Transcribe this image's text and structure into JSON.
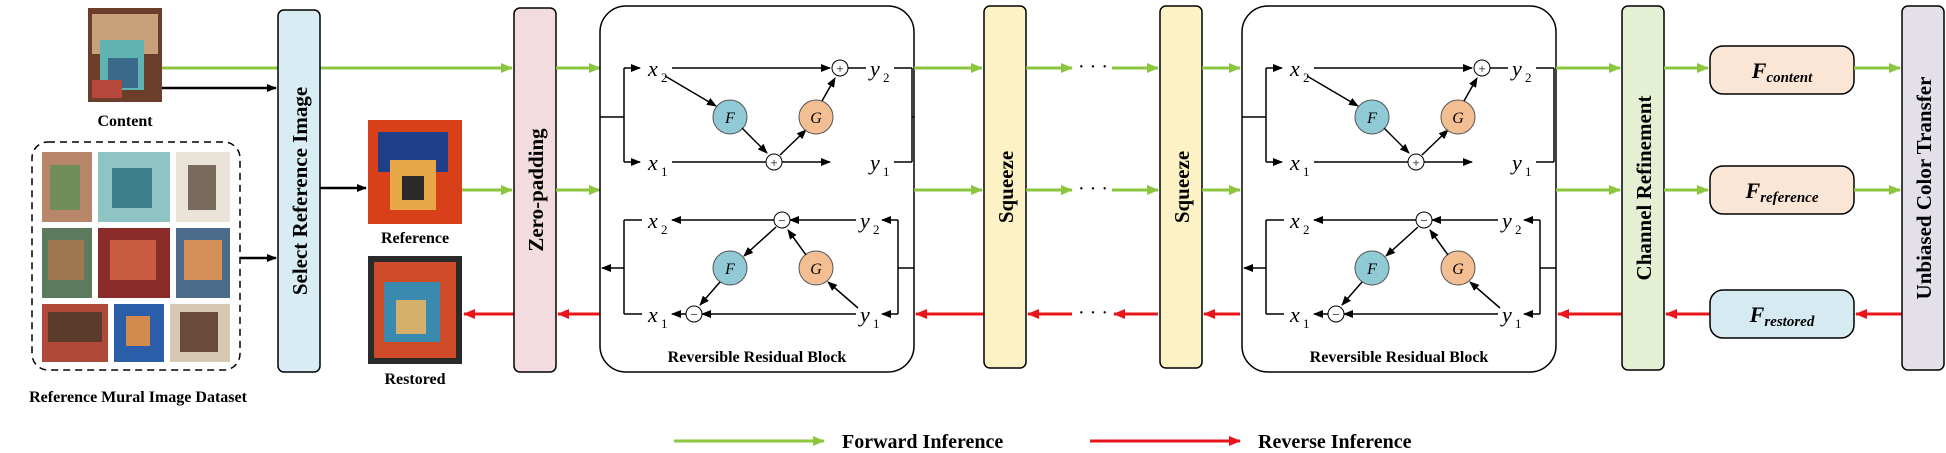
{
  "labels": {
    "content": "Content",
    "reference_dataset": "Reference Mural Image Dataset",
    "select_reference": "Select Reference Image",
    "reference": "Reference",
    "restored": "Restored",
    "zero_padding": "Zero-padding",
    "rrb_1": "Reversible Residual Block",
    "rrb_2": "Reversible Residual Block",
    "squeeze_1": "Squeeze",
    "squeeze_2": "Squeeze",
    "channel_refinement": "Channel Refinement",
    "unbiased_color_transfer": "Unbiased Color Transfer",
    "dots": "· · ·"
  },
  "features": {
    "content": {
      "main": "F",
      "sub": "content"
    },
    "reference": {
      "main": "F",
      "sub": "reference"
    },
    "restored": {
      "main": "F",
      "sub": "restored"
    }
  },
  "block_symbols": {
    "x": "x",
    "y": "y",
    "one": "1",
    "two": "2",
    "F": "F",
    "G": "G",
    "plus": "+",
    "minus": "−"
  },
  "legend": {
    "forward": "Forward Inference",
    "reverse": "Reverse Inference"
  },
  "colors": {
    "forward_arrow": "#8cc63f",
    "reverse_arrow": "#e8161b",
    "select_box": "#d8ecf4",
    "zero_padding_box": "#f2dcdf",
    "squeeze_box": "#fdf1c6",
    "channel_box": "#e4efd4",
    "unbiased_box": "#e4e0ea",
    "f_content_box": "#fbe6d6",
    "f_reference_box": "#fbe6d6",
    "f_restored_box": "#d6ebf1",
    "node_F": "#8fcad6",
    "node_G": "#f4be93"
  }
}
